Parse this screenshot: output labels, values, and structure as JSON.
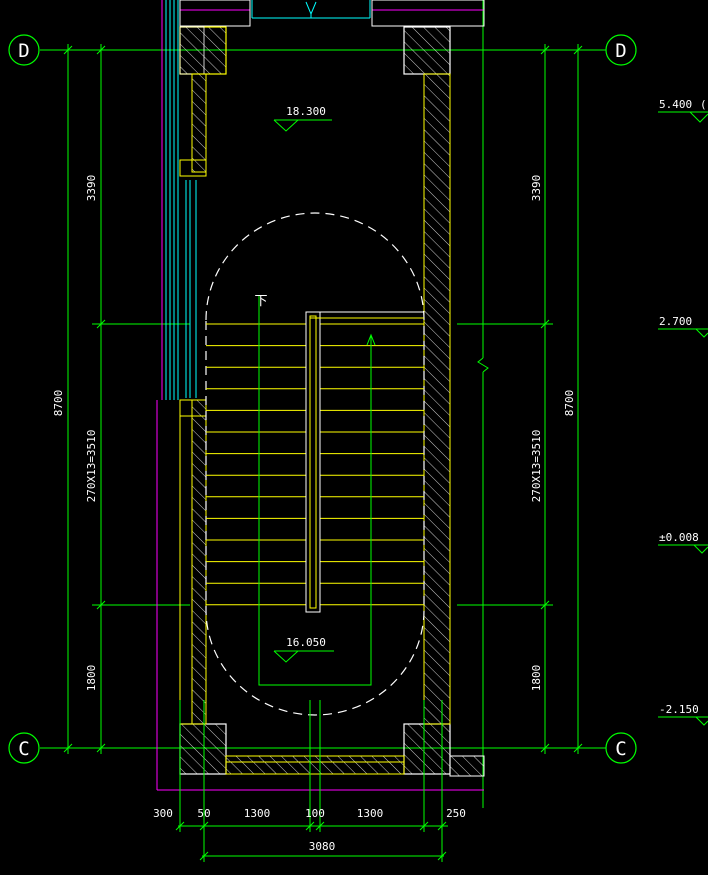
{
  "axes": {
    "top_left": "D",
    "top_right": "D",
    "bottom_left": "C",
    "bottom_right": "C"
  },
  "levels": {
    "landing_top": "18.300",
    "landing_bottom": "16.050",
    "stair_down_mark": "下"
  },
  "dims_left": {
    "total": "8700",
    "top_segment": "3390",
    "middle_segment": "270X13=3510",
    "bottom_segment": "1800"
  },
  "dims_right": {
    "total": "8700",
    "top_segment": "3390",
    "middle_segment": "270X13=3510",
    "bottom_segment": "1800"
  },
  "dims_bottom": {
    "seg1": "300",
    "seg2": "50",
    "seg3": "1300",
    "seg4": "100",
    "seg5": "1300",
    "seg6": "250",
    "overall": "3080"
  },
  "side_elevations": {
    "e1": "5.400",
    "e1_suffix": "(",
    "e2": "2.700",
    "e3": "±0.008",
    "e4": "-2.150"
  },
  "colors": {
    "background": "#000000",
    "dimension": "#00ff00",
    "wall": "#ffff00",
    "hatch": "#ffffff",
    "window": "#00ffff",
    "outline": "#ff00ff"
  }
}
